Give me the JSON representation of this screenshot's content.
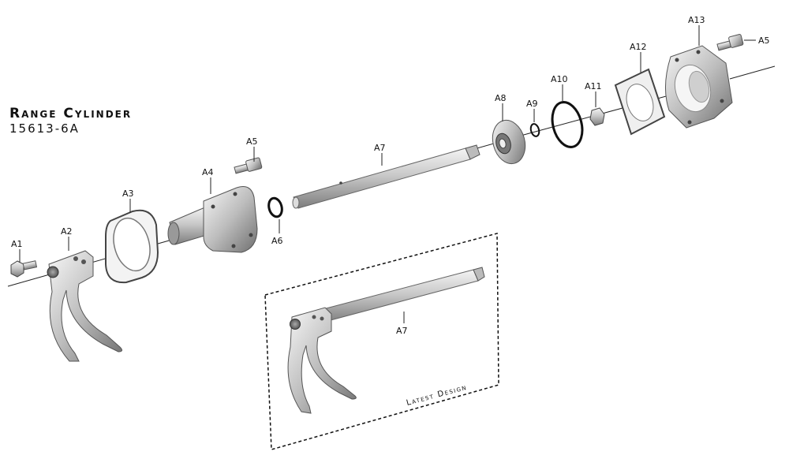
{
  "header": {
    "title": "Range Cylinder",
    "part_number": "15613-6A"
  },
  "parts": {
    "a1": "A1",
    "a2": "A2",
    "a3": "A3",
    "a4": "A4",
    "a5_left": "A5",
    "a5_right": "A5",
    "a6": "A6",
    "a7_main": "A7",
    "a7_inset": "A7",
    "a8": "A8",
    "a9": "A9",
    "a10": "A10",
    "a11": "A11",
    "a12": "A12",
    "a13": "A13"
  },
  "inset": {
    "caption": "Latest Design"
  }
}
